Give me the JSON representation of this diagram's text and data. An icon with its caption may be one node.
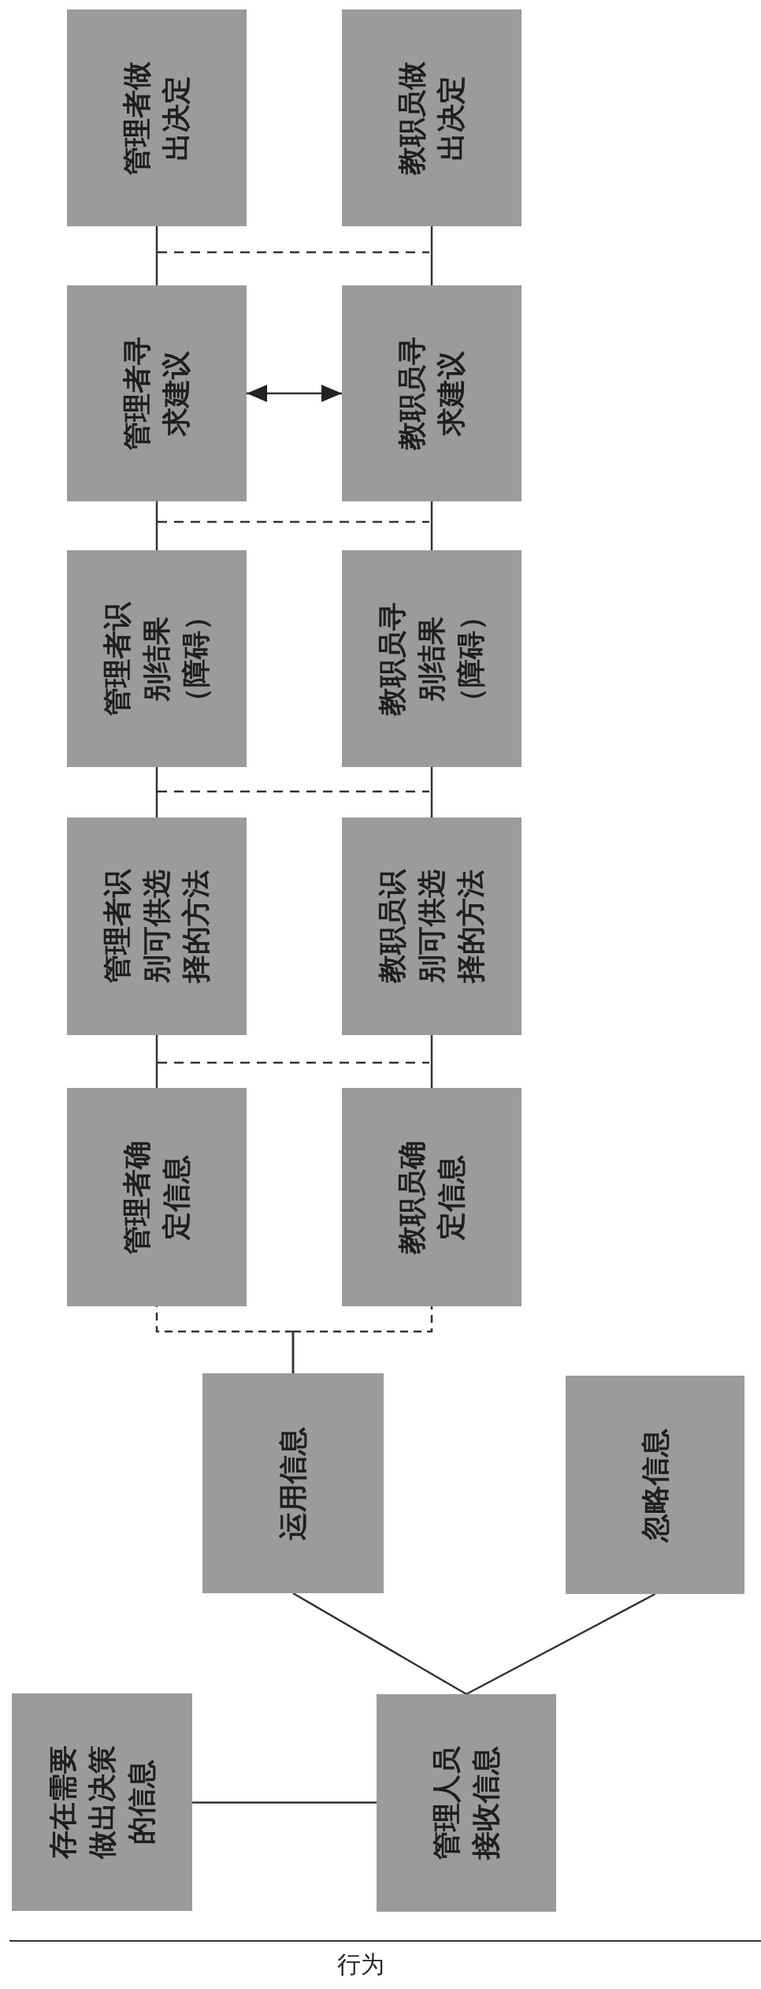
{
  "diagram": {
    "nodes": [
      {
        "text": [
          "存在需要做出决策的信息"
        ]
      },
      {
        "text": [
          "管理人员接收信息"
        ]
      },
      {
        "text": [
          "运用信息"
        ]
      },
      {
        "text": [
          "忽略信息"
        ]
      },
      {
        "text": [
          "管理者确定信息"
        ]
      },
      {
        "text": [
          "教职员确定信息"
        ]
      },
      {
        "text": [
          "管理者识别可供选择的方法"
        ]
      },
      {
        "text": [
          "教职员识别可供选择的方法"
        ]
      },
      {
        "text": [
          "管理者识别结果（障碍）"
        ]
      },
      {
        "text": [
          "教职员寻别结果（障碍）"
        ]
      },
      {
        "text": [
          "管理者寻求建议"
        ]
      },
      {
        "text": [
          "教职员寻求建议"
        ]
      },
      {
        "text": [
          "管理者做出决定"
        ]
      },
      {
        "text": [
          "教职员做出决定"
        ]
      }
    ],
    "edges": [
      {
        "from": 0,
        "to": 1,
        "arrow": "none"
      },
      {
        "from": 1,
        "to": 2,
        "arrow": "none"
      },
      {
        "from": 1,
        "to": 3,
        "arrow": "none"
      },
      {
        "from": 2,
        "to": 4,
        "arrow": "none",
        "style": "dashed"
      },
      {
        "from": 2,
        "to": 5,
        "arrow": "none",
        "style": "dashed"
      },
      {
        "from": 4,
        "to": 6,
        "arrow": "none"
      },
      {
        "from": 5,
        "to": 7,
        "arrow": "none"
      },
      {
        "from": 6,
        "to": 8,
        "arrow": "none"
      },
      {
        "from": 7,
        "to": 9,
        "arrow": "none"
      },
      {
        "from": 8,
        "to": 10,
        "arrow": "none"
      },
      {
        "from": 9,
        "to": 11,
        "arrow": "none"
      },
      {
        "from": 10,
        "to": 12,
        "arrow": "none"
      },
      {
        "from": 11,
        "to": 13,
        "arrow": "none"
      },
      {
        "from": 10,
        "to": 11,
        "arrow": "both"
      }
    ],
    "labels": [
      "行为"
    ]
  }
}
